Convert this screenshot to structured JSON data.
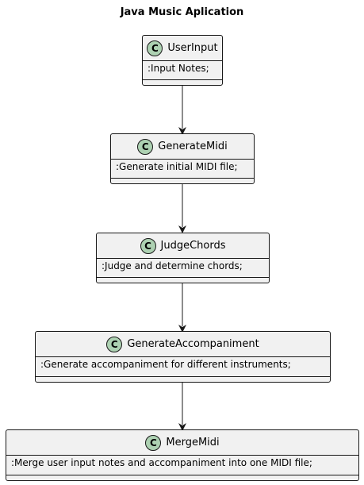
{
  "diagram": {
    "title": "Java Music Aplication",
    "class_badge": "C",
    "classes": [
      {
        "name": "UserInput",
        "attribute": ":Input Notes;"
      },
      {
        "name": "GenerateMidi",
        "attribute": ":Generate initial MIDI file;"
      },
      {
        "name": "JudgeChords",
        "attribute": ":Judge and determine chords;"
      },
      {
        "name": "GenerateAccompaniment",
        "attribute": ":Generate accompaniment for different instruments;"
      },
      {
        "name": "MergeMidi",
        "attribute": ":Merge user input notes and accompaniment into one MIDI file;"
      }
    ],
    "edges": [
      {
        "from": "UserInput",
        "to": "GenerateMidi"
      },
      {
        "from": "GenerateMidi",
        "to": "JudgeChords"
      },
      {
        "from": "JudgeChords",
        "to": "GenerateAccompaniment"
      },
      {
        "from": "GenerateAccompaniment",
        "to": "MergeMidi"
      }
    ]
  }
}
